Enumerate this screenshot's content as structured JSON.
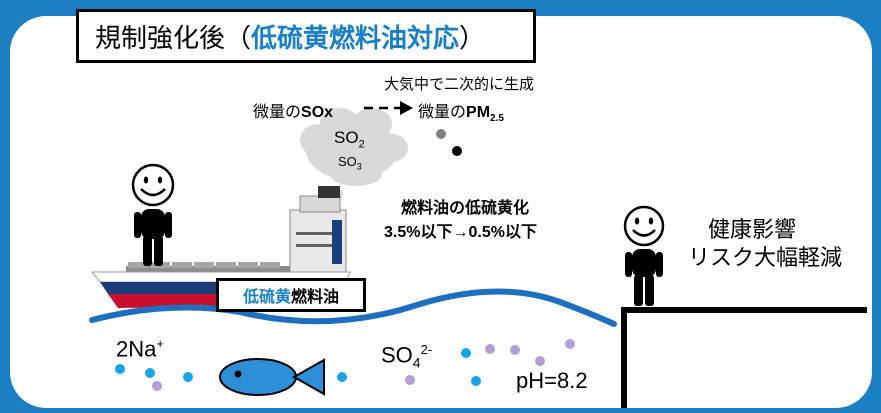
{
  "title": {
    "prefix": "規制強化後（",
    "highlight": "低硫黄燃料油対応",
    "suffix": "）"
  },
  "atmosphere": {
    "secondary_formation": "大気中で二次的に生成",
    "sox_prefix": "微量の",
    "sox_bold": "SOx",
    "pm_prefix": "微量の",
    "pm_bold": "PM",
    "pm_sub": "2.5"
  },
  "smoke": {
    "so2_main": "SO",
    "so2_sub": "2",
    "so3_main": "SO",
    "so3_sub": "3"
  },
  "fuel": {
    "line1": "燃料油の低硫黄化",
    "line2": "3.5%以下→0.5%以下"
  },
  "health": {
    "line1": "健康影響",
    "line2": "リスク大幅軽減"
  },
  "ship_label": {
    "highlight": "低硫黄",
    "rest": "燃料油"
  },
  "sea": {
    "na_main": "2Na",
    "na_sup": "+",
    "sulfate_main": "SO",
    "sulfate_sub": "4",
    "sulfate_sup": "2-",
    "ph": "pH=8.2"
  },
  "colors": {
    "frame": "#1b7fc4",
    "wave": "#1f6fc0",
    "fish": "#2d8fd8",
    "cyan_ion": "#1aa3e8",
    "purple_ion": "#b19fd6"
  }
}
